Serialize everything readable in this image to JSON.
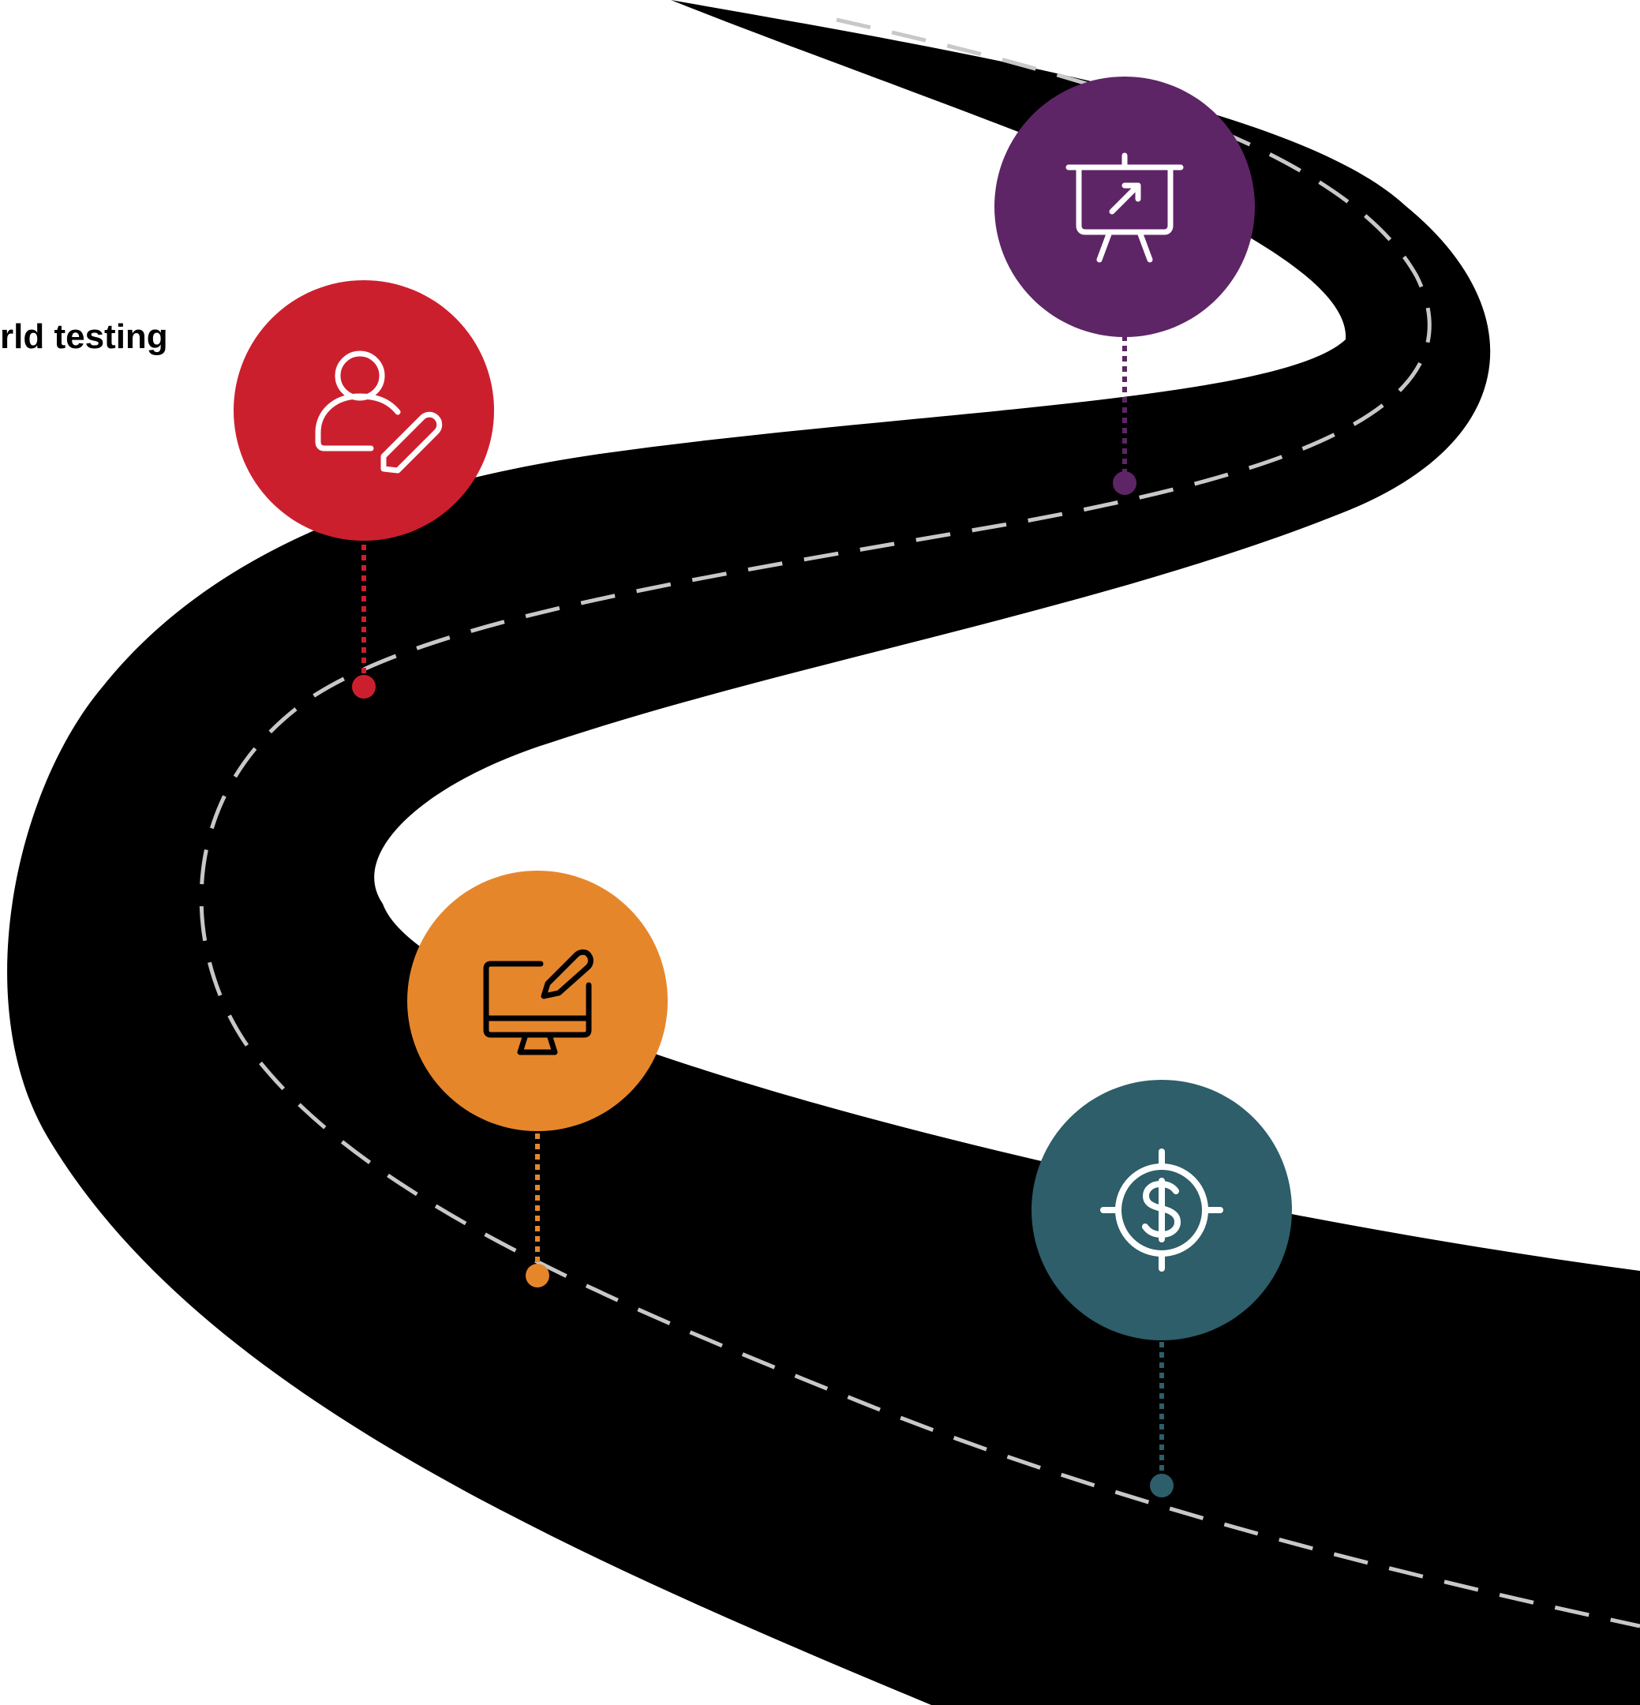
{
  "colors": {
    "background": "#ffffff",
    "road": "#000000",
    "lane_marking": "#c8c8c8",
    "red": "#cc1f2e",
    "purple": "#5e2566",
    "orange": "#e6862b",
    "teal": "#2d5e6a"
  },
  "text": {
    "cutoff_label": "rld testing"
  },
  "milestones": [
    {
      "name": "user-edit",
      "icon": "user-edit-icon",
      "color": "#cc1f2e"
    },
    {
      "name": "presentation",
      "icon": "presentation-board-icon",
      "color": "#5e2566"
    },
    {
      "name": "monitor-edit",
      "icon": "monitor-edit-icon",
      "color": "#e6862b"
    },
    {
      "name": "dollar-target",
      "icon": "dollar-target-icon",
      "color": "#2d5e6a"
    }
  ]
}
